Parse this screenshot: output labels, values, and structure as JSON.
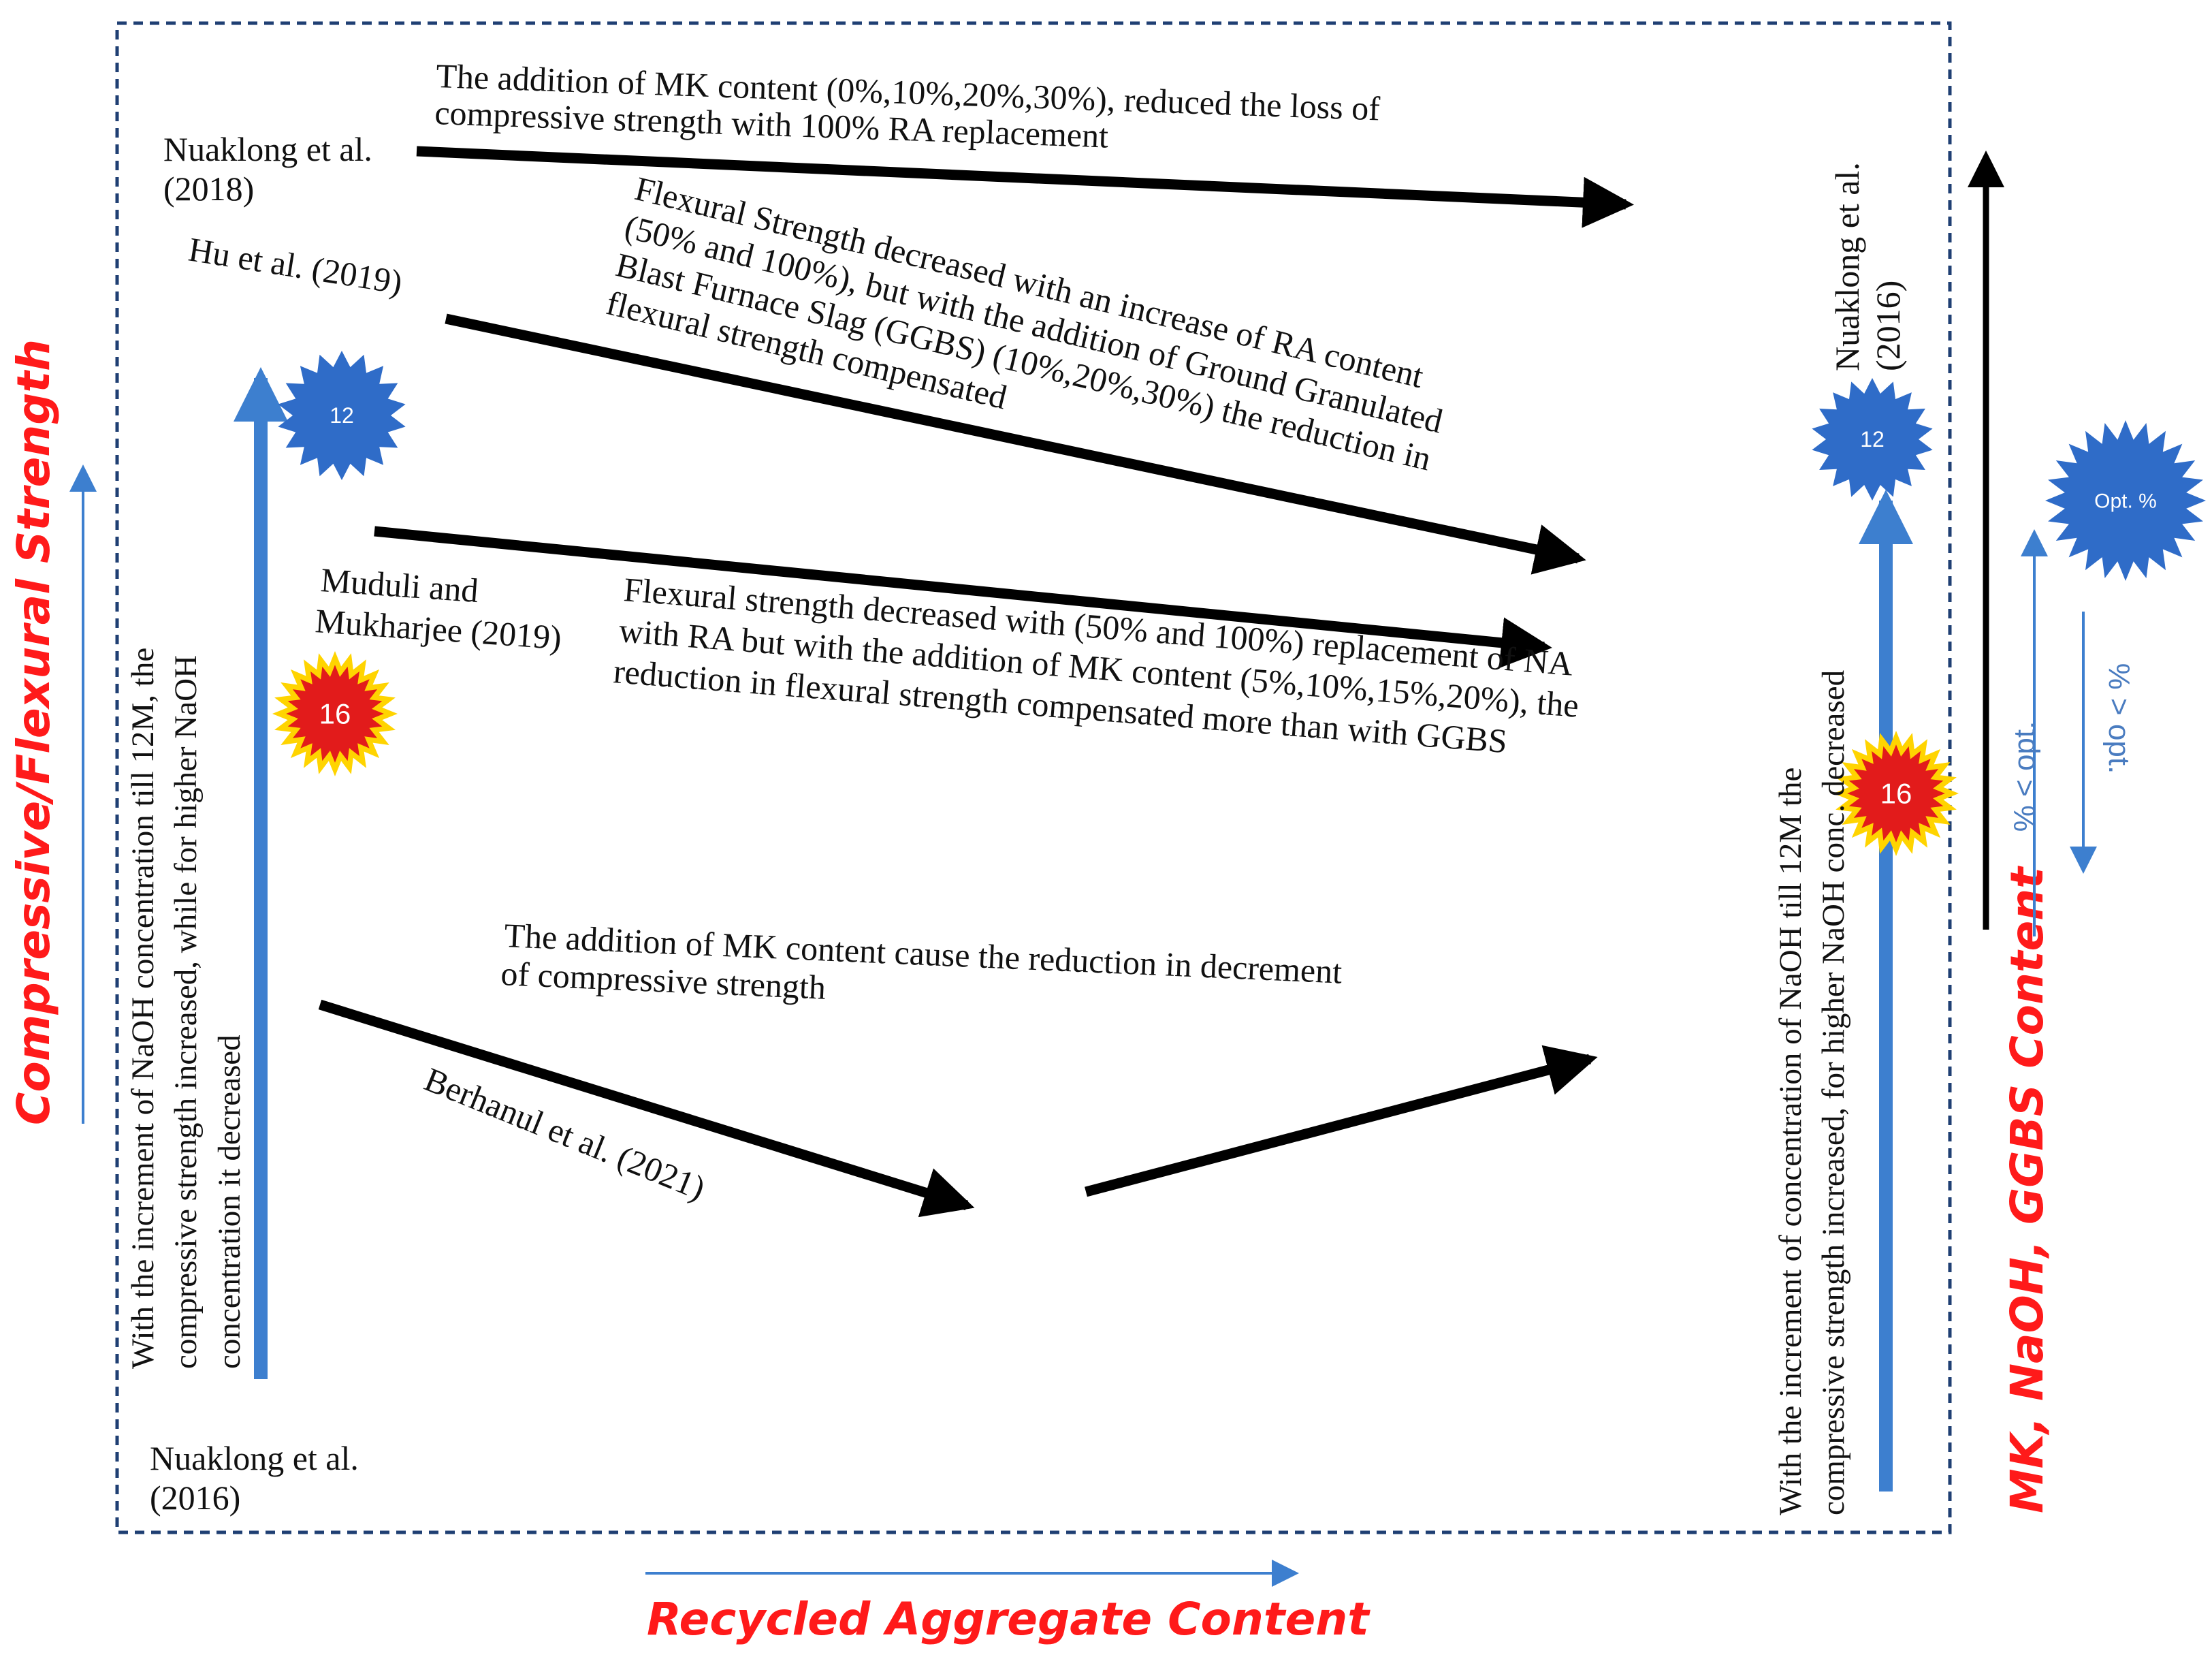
{
  "axes": {
    "y_title": "Compressive/Flexural Strength",
    "x_title": "Recycled Aggregate Content",
    "right_title": "MK, NaOH, GGBS Content"
  },
  "citations": {
    "nuaklong_2018": [
      "Nuaklong et al.",
      "(2018)"
    ],
    "hu_2019": "Hu et al. (2019)",
    "muduli_2019": [
      "Muduli and",
      "Mukharjee (2019)"
    ],
    "berhanul_2021": "Berhanul et al. (2021)",
    "nuaklong_2016_left": [
      "Nuaklong et al.",
      "(2016)"
    ],
    "nuaklong_2016_right": [
      "Nuaklong et al.",
      "(2016)"
    ]
  },
  "notes": {
    "mk_top": [
      "The addition of MK content (0%,10%,20%,30%), reduced the loss of",
      "compressive strength with 100% RA replacement"
    ],
    "ggbs": [
      "Flexural Strength decreased with an increase of RA content",
      "(50% and 100%), but with the addition of Ground Granulated",
      "Blast Furnace Slag (GGBS) (10%,20%,30%) the reduction in",
      "flexural strength compensated"
    ],
    "mk_flexural": [
      "Flexural strength decreased with (50% and 100%) replacement of NA",
      "with RA but with the addition of MK content (5%,10%,15%,20%), the",
      "reduction in flexural strength compensated more than with GGBS"
    ],
    "mk_bottom": [
      "The addition of MK content cause the reduction in decrement",
      "of compressive strength"
    ],
    "naoh_left": [
      "With the increment of NaOH concentration till 12M, the",
      "compressive strength increased, while for higher NaOH",
      "concentration it  decreased"
    ],
    "naoh_right": [
      "With the increment of concentration of NaOH till 12M the",
      "compressive strength increased, for higher NaOH conc. decreased"
    ]
  },
  "badges": {
    "left_12": "12",
    "left_16": "16",
    "right_12": "12",
    "right_16": "16",
    "opt": "Opt. %"
  },
  "legend": {
    "below_opt": "% < opt.",
    "above_opt": "% > opt."
  },
  "colors": {
    "red_title": "#ff1a1a",
    "blue": "#3d7fcf",
    "badge_blue": "#2f6cc8",
    "badge_red": "#e21b1b",
    "badge_yellow": "#ffd400",
    "frame": "#1f3f73"
  }
}
